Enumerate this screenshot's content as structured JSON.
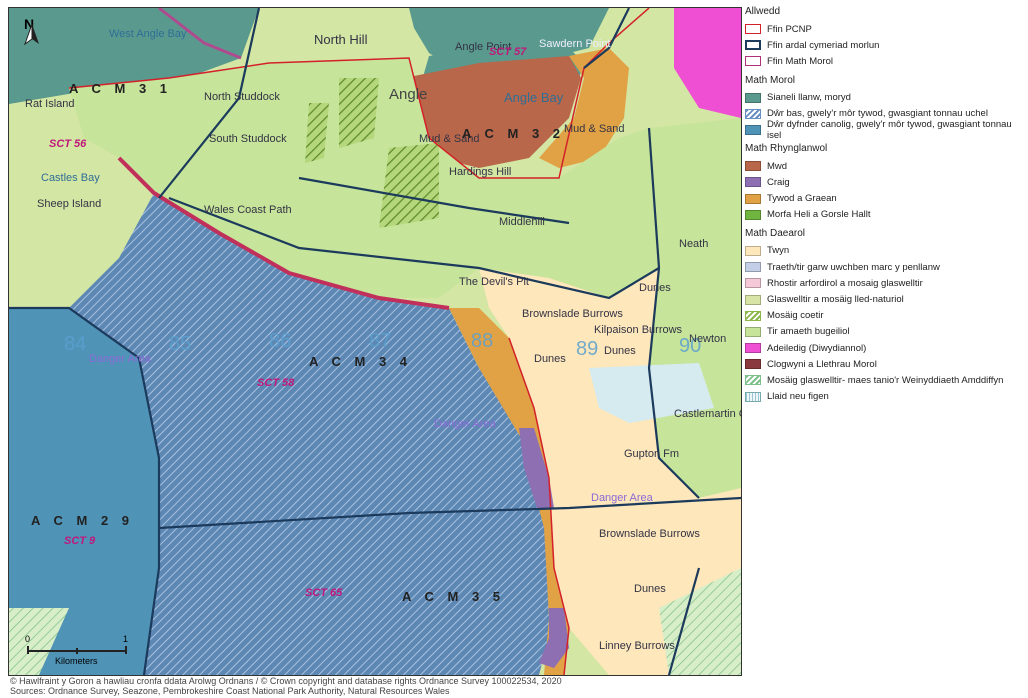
{
  "legend": {
    "title": "Allwedd",
    "items": [
      {
        "label": "Ffin PCNP",
        "style": "outline",
        "color": "#d4202a"
      },
      {
        "label": "Ffin ardal cymeriad morlun",
        "style": "outline-thick",
        "color": "#1b3a5c"
      },
      {
        "label": "Ffin Math Morol",
        "style": "outline",
        "color": "#b0307a"
      },
      {
        "heading": "Math Morol"
      },
      {
        "label": "Sianeli llanw, moryd",
        "style": "fill",
        "color": "#5a9a8e"
      },
      {
        "label": "Dŵr bas, gwely'r môr tywod, gwasgiant tonnau uchel",
        "style": "hatch",
        "color": "#6a8fc4"
      },
      {
        "label": "Dŵr dyfnder canolig, gwely'r môr tywod, gwasgiant tonnau isel",
        "style": "fill",
        "color": "#4f93b7"
      },
      {
        "heading": "Math Rhynglanwol"
      },
      {
        "label": "Mwd",
        "style": "fill",
        "color": "#b8674a"
      },
      {
        "label": "Craig",
        "style": "fill",
        "color": "#8e6fb2"
      },
      {
        "label": "Tywod a Graean",
        "style": "fill",
        "color": "#e0a245"
      },
      {
        "label": "Morfa Heli a Gorsle Hallt",
        "style": "fill",
        "color": "#6fb53f"
      },
      {
        "heading": "Math Daearol"
      },
      {
        "label": "Twyn",
        "style": "fill",
        "color": "#fde7bb"
      },
      {
        "label": "Traeth/tir garw uwchben marc y penllanw",
        "style": "fill",
        "color": "#c3cfe6"
      },
      {
        "label": "Rhostir arfordirol a mosaig glaswelltir",
        "style": "fill",
        "color": "#f6c9d9"
      },
      {
        "label": "Glaswelltir a mosäig lled-naturiol",
        "style": "fill",
        "color": "#d7e4a6"
      },
      {
        "label": "Mosäig coetir",
        "style": "hatch",
        "color": "#8cb54a"
      },
      {
        "label": "Tir amaeth bugeiliol",
        "style": "fill",
        "color": "#c6e49a"
      },
      {
        "label": "Adeiledig (Diwydiannol)",
        "style": "fill",
        "color": "#ef4fd2"
      },
      {
        "label": "Clogwyni a Llethrau Morol",
        "style": "fill",
        "color": "#8a3a3e"
      },
      {
        "label": "Mosäig glaswelltir- maes tanio'r Weinyddiaeth Amddiffyn",
        "style": "hatch",
        "color": "#7fc08a"
      },
      {
        "label": "Llaid neu figen",
        "style": "marsh",
        "color": "#9ac6d6"
      }
    ]
  },
  "map": {
    "north_label": "N",
    "scale_ticks": [
      "0",
      "1"
    ],
    "scale_unit": "Kilometers",
    "acm_labels": [
      "A C M 3 1",
      "A C M 3 2",
      "A C M 3 4",
      "A C M 2 9",
      "A C M 3 5"
    ],
    "sct_labels": [
      "SCT 57",
      "SCT 56",
      "SCT 58",
      "SCT 9",
      "SCT 65"
    ],
    "places": [
      "West Angle Bay",
      "North Hill",
      "Angle Point",
      "Sawdern Point",
      "Angle",
      "Angle Bay",
      "Mud & Sand",
      "Mud & Sand",
      "Rat Island",
      "Castles Bay",
      "Sheep Island",
      "North Studdock",
      "South Studdock",
      "Hardings Hill",
      "Middlehill",
      "Wales Coast Path",
      "The Devil's Pit",
      "Brownslade Burrows",
      "Kilpaison Burrows",
      "Dunes",
      "Dunes",
      "Dunes",
      "Gupton Fm",
      "Brownslade Burrows",
      "Dunes",
      "Linney Burrows",
      "Newton",
      "Neath",
      "Castlemartin Corse",
      "Danger Area",
      "Danger Area",
      "Danger Area"
    ],
    "grid_numbers": [
      "84",
      "85",
      "86",
      "87",
      "88",
      "89",
      "90"
    ]
  },
  "footer": {
    "line1": "© Hawlfraint y Goron a hawliau cronfa ddata Arolwg Ordnans / © Crown copyright and database rights Ordnance Survey 100022534, 2020",
    "line2": "Sources: Ordnance Survey, Seazone, Pembrokeshire Coast National Park Authority, Natural Resources Wales"
  }
}
